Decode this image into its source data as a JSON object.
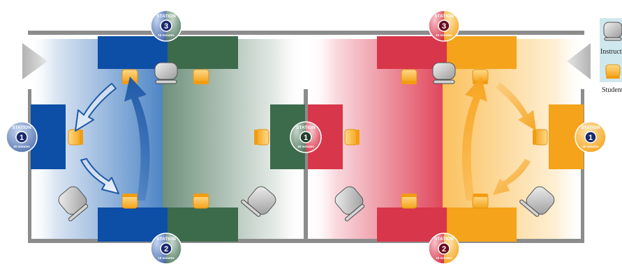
{
  "colors": {
    "blue": "#0d4ea6",
    "green": "#3c6b4c",
    "red": "#d8364a",
    "orange": "#f5a31a",
    "chair": "#c9c9c9",
    "seat": "#fdb940",
    "wall": "#8c8c8c"
  },
  "legend": {
    "instructor_label": "Instructor",
    "student_label": "Student"
  },
  "stations": {
    "station_word": "STATION",
    "s1_left": {
      "number": "1",
      "time": "30 minutes"
    },
    "s1_middle": {
      "number": "1",
      "time": "30 minutes"
    },
    "s1_right": {
      "number": "1",
      "time": "30 minutes"
    },
    "s2_left": {
      "number": "2",
      "time": "15 minutes"
    },
    "s2_right": {
      "number": "2",
      "time": "15 minutes"
    },
    "s3_left": {
      "number": "3",
      "time": "15 minutes"
    },
    "s3_right": {
      "number": "3",
      "time": "15 minutes"
    }
  }
}
